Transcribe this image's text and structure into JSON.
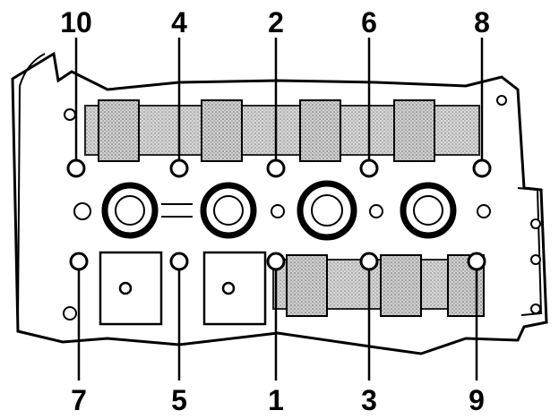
{
  "diagram": {
    "subject": "cylinder head bolt tightening sequence",
    "top_callouts": [
      "10",
      "4",
      "2",
      "6",
      "8"
    ],
    "bottom_callouts": [
      "7",
      "5",
      "1",
      "3",
      "9"
    ],
    "colors": {
      "line": "#000000",
      "background": "#ffffff",
      "shading": "#9a9a9a"
    }
  }
}
